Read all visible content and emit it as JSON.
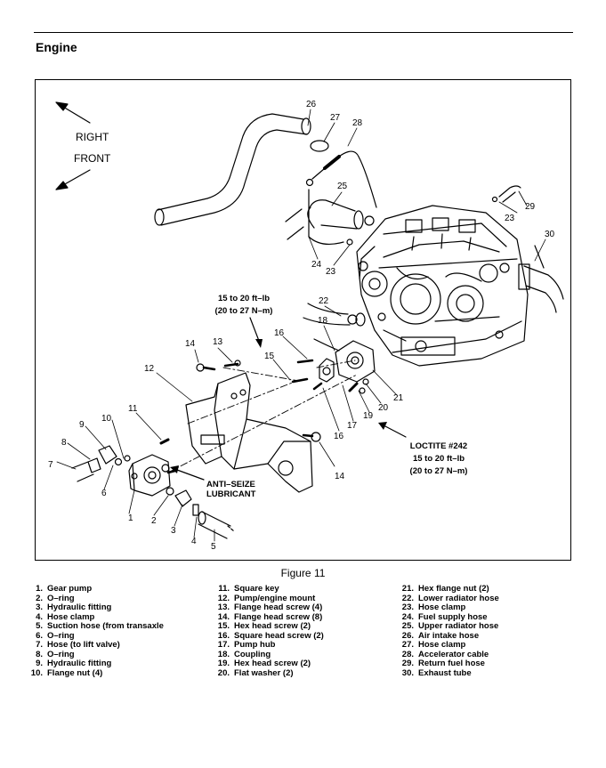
{
  "section_title": "Engine",
  "figure_caption": "Figure 11",
  "orientation": {
    "right": "RIGHT",
    "front": "FRONT"
  },
  "notes": {
    "torque_1_line1": "15 to 20 ft–lb",
    "torque_1_line2": "(20 to 27 N–m)",
    "anti_seize_line1": "ANTI–SEIZE",
    "anti_seize_line2": "LUBRICANT",
    "loctite_line1": "LOCTITE #242",
    "loctite_line2": "15 to 20 ft–lb",
    "loctite_line3": "(20 to 27 N–m)"
  },
  "callouts": {
    "c1": "1",
    "c2": "2",
    "c3": "3",
    "c4": "4",
    "c5": "5",
    "c6": "6",
    "c7": "7",
    "c8": "8",
    "c9": "9",
    "c10": "10",
    "c11": "11",
    "c12": "12",
    "c13": "13",
    "c14a": "14",
    "c14b": "14",
    "c15": "15",
    "c16a": "16",
    "c16b": "16",
    "c17": "17",
    "c18": "18",
    "c19": "19",
    "c20": "20",
    "c21": "21",
    "c22": "22",
    "c23a": "23",
    "c23b": "23",
    "c24": "24",
    "c25": "25",
    "c26": "26",
    "c27": "27",
    "c28": "28",
    "c29": "29",
    "c30": "30"
  },
  "legend": {
    "col1": [
      {
        "num": "1.",
        "text": "Gear pump"
      },
      {
        "num": "2.",
        "text": "O–ring"
      },
      {
        "num": "3.",
        "text": "Hydraulic fitting"
      },
      {
        "num": "4.",
        "text": "Hose clamp"
      },
      {
        "num": "5.",
        "text": "Suction hose (from transaxle"
      },
      {
        "num": "6.",
        "text": "O–ring"
      },
      {
        "num": "7.",
        "text": "Hose (to lift valve)"
      },
      {
        "num": "8.",
        "text": "O–ring"
      },
      {
        "num": "9.",
        "text": "Hydraulic fitting"
      },
      {
        "num": "10.",
        "text": "Flange nut (4)"
      }
    ],
    "col2": [
      {
        "num": "11.",
        "text": "Square key"
      },
      {
        "num": "12.",
        "text": "Pump/engine mount"
      },
      {
        "num": "13.",
        "text": "Flange head screw (4)"
      },
      {
        "num": "14.",
        "text": "Flange head screw (8)"
      },
      {
        "num": "15.",
        "text": "Hex head screw (2)"
      },
      {
        "num": "16.",
        "text": "Square head screw (2)"
      },
      {
        "num": "17.",
        "text": "Pump hub"
      },
      {
        "num": "18.",
        "text": "Coupling"
      },
      {
        "num": "19.",
        "text": "Hex head screw (2)"
      },
      {
        "num": "20.",
        "text": "Flat washer (2)"
      }
    ],
    "col3": [
      {
        "num": "21.",
        "text": "Hex flange nut (2)"
      },
      {
        "num": "22.",
        "text": "Lower radiator hose"
      },
      {
        "num": "23.",
        "text": "Hose clamp"
      },
      {
        "num": "24.",
        "text": "Fuel supply hose"
      },
      {
        "num": "25.",
        "text": "Upper radiator hose"
      },
      {
        "num": "26.",
        "text": "Air intake hose"
      },
      {
        "num": "27.",
        "text": "Hose clamp"
      },
      {
        "num": "28.",
        "text": "Accelerator cable"
      },
      {
        "num": "29.",
        "text": "Return fuel hose"
      },
      {
        "num": "30.",
        "text": "Exhaust tube"
      }
    ]
  }
}
